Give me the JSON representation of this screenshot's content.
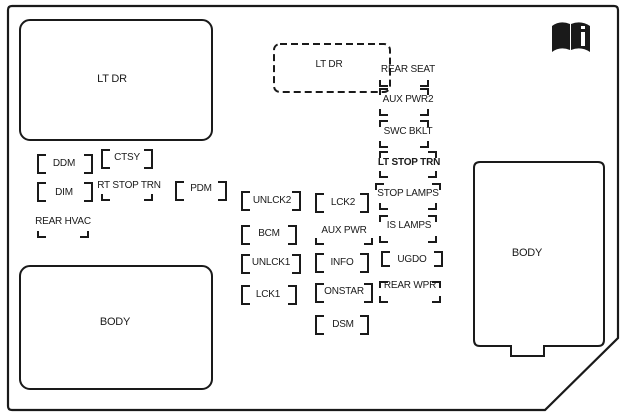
{
  "relays": {
    "lt_dr_top": "LT DR",
    "body_bottom": "BODY",
    "body_right": "BODY",
    "lt_dr_dashed": "LT DR"
  },
  "fuses": {
    "rear_seat": "REAR SEAT",
    "aux_pwr2": "AUX PWR2",
    "swc_bklt": "SWC BKLT",
    "lt_stop_trn": "LT STOP TRN",
    "stop_lamps": "STOP LAMPS",
    "is_lamps": "IS LAMPS",
    "ugdo": "UGDO",
    "rear_wpr": "REAR WPR",
    "ddm": "DDM",
    "ctsy": "CTSY",
    "dim": "DIM",
    "rt_stop_trn": "RT STOP TRN",
    "pdm": "PDM",
    "rear_hvac": "REAR HVAC",
    "unlck2": "UNLCK2",
    "bcm": "BCM",
    "unlck1": "UNLCK1",
    "lck1": "LCK1",
    "lck2": "LCK2",
    "aux_pwr": "AUX PWR",
    "info": "INFO",
    "onstar": "ONSTAR",
    "dsm": "DSM"
  },
  "icons": {
    "manual": "owner-manual-book-icon"
  }
}
